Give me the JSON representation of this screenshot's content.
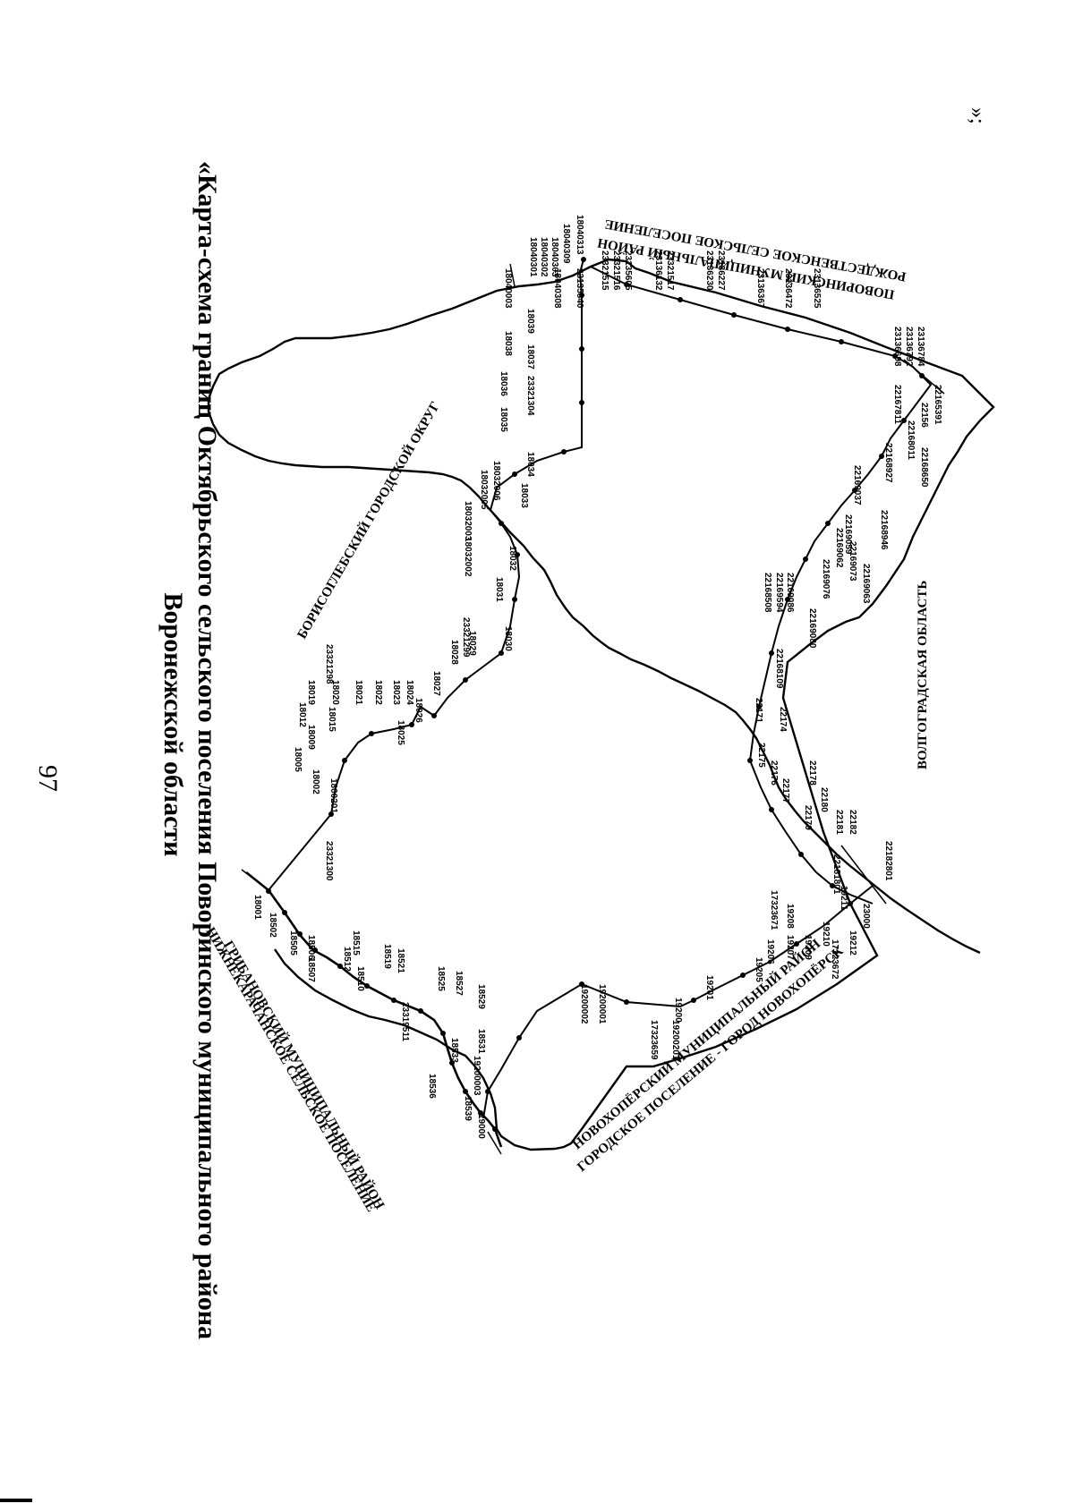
{
  "page": {
    "number": "97",
    "mark": "»;"
  },
  "title": {
    "line1": "«Карта-схема границ Октябрьского сельского поселения Поворинского муниципального района",
    "line2": "Воронежской области"
  },
  "map": {
    "neighbors": {
      "borisoglebsk": "БОРИСОГЛЕБСКИЙ ГОРОДСКОЙ ОКРУГ",
      "povorino_line1": "ПОВОРИНСКИЙ МУНИЦИПАЛЬНЫЙ РАЙОН",
      "povorino_line2": "РОЖДЕСТВЕНСКОЕ СЕЛЬСКОЕ ПОСЕЛЕНИЕ",
      "volgograd": "ВОЛГОГРАДСКАЯ ОБЛАСТЬ",
      "novokhopersk_line1": "НОВОХОПЁРСКИЙ МУНИЦИПАЛЬНЫЙ РАЙОН",
      "novokhopersk_line2": "ГОРОДСКОЕ ПОСЕЛЕНИЕ - ГОРОД НОВОХОПЁРСК",
      "gribanovsky_line1": "ГРИБАНОВСКИЙ МУНИЦИПАЛЬНЫЙ РАЙОН",
      "gribanovsky_line2": "НИЖНЕКАРАЧАНСКОЕ СЕЛЬСКОЕ ПОСЕЛЕНИЕ"
    },
    "points": {
      "p18001": "18001",
      "p18502": "18502",
      "p18505": "18505",
      "p18506": "18506",
      "p18507": "18507",
      "p18510": "18510",
      "p18512": "18512",
      "p18515": "18515",
      "p18519": "18519",
      "p18521": "18521",
      "p18525": "18525",
      "p18527": "18527",
      "p18529": "18529",
      "p18531": "18531",
      "p18533": "18533",
      "p18536": "18536",
      "p18539": "18539",
      "p19000": "19000",
      "p19200003": "19200003",
      "p23319511": "23319511",
      "p18002": "18002",
      "p18005": "18005",
      "p18009": "18009",
      "p18012": "18012",
      "p18015": "18015",
      "p18019": "18019",
      "p18020": "18020",
      "p18021": "18021",
      "p18022": "18022",
      "p18023": "18023",
      "p18024": "18024",
      "p18025": "18025",
      "p18026": "18026",
      "p18027": "18027",
      "p18028": "18028",
      "p18029": "18029",
      "p18030": "18030",
      "p18031": "18031",
      "p18032": "18032",
      "p18033": "18033",
      "p18034": "18034",
      "p18035": "18035",
      "p18036": "18036",
      "p18037": "18037",
      "p18038": "18038",
      "p18039": "18039",
      "p1800201": "1800201",
      "p23321300": "23321300",
      "p23321298": "23321298",
      "p23321299": "23321299",
      "p18032002": "18032002",
      "p18032003": "18032003",
      "p18032005": "18032005",
      "p18032006": "18032006",
      "p23321304": "23321304",
      "p18040003": "18040003",
      "p18040301": "18040301",
      "p18040302": "18040302",
      "p18040303": "18040303",
      "p18040308": "18040308",
      "p18040309": "18040309",
      "p18040313": "18040313",
      "p23135840": "23135840",
      "p23321515": "23321515",
      "p23321516": "23321516",
      "p23135605": "23135605",
      "p23136132": "23136132",
      "p23321517": "23321517",
      "p23136230": "23136230",
      "p23136227": "23136227",
      "p23136367": "23136367",
      "p23136472": "23136472",
      "p23136525": "23136525",
      "p23136698": "23136698",
      "p23136792": "23136792",
      "p23136784": "23136784",
      "p22156": "22156",
      "p22165391": "22165391",
      "p22167811": "22167811",
      "p22168011": "22168011",
      "p22168927": "22168927",
      "p22169037": "22169037",
      "p22168650": "22168650",
      "p22168946": "22168946",
      "p22169059": "22169059",
      "p22169062": "22169062",
      "p22169073": "22169073",
      "p22169076": "22169076",
      "p22169063": "22169063",
      "p22169086": "22169086",
      "p22169594": "22169594",
      "p22168508": "22168508",
      "p22169080": "22169080",
      "p22168109": "22168109",
      "p22171": "22171",
      "p22174": "22174",
      "p22175": "22175",
      "p22176": "22176",
      "p22177": "22177",
      "p22178": "22178",
      "p22179": "22179",
      "p22180": "22180",
      "p22181": "22181",
      "p22182": "22182",
      "p22181801": "22181801",
      "p22182801": "22182801",
      "p19200": "19200",
      "p19201": "19201",
      "p19205": "19205",
      "p19206": "19206",
      "p19207": "19207",
      "p19208": "19208",
      "p19209": "19209",
      "p19210": "19210",
      "p19211": "19211",
      "p19212": "19212",
      "p19200001": "19200001",
      "p19200002": "19200002",
      "p19200201": "19200201",
      "p17323659": "17323659",
      "p17323671": "17323671",
      "p17323672": "17323672",
      "p23000": "23000"
    }
  }
}
